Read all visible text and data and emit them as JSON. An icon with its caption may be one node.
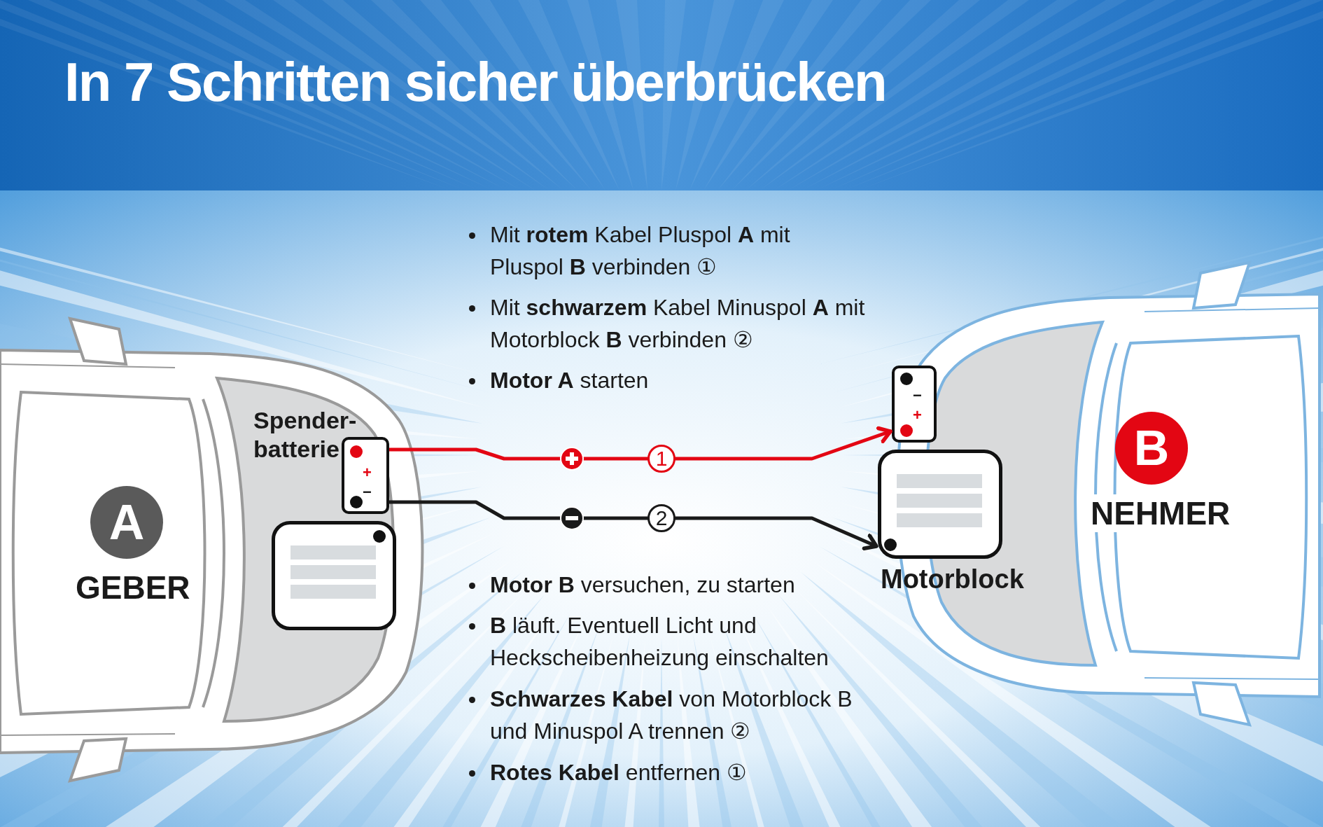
{
  "diagram": {
    "title": "In 7 Schritten sicher überbrücken",
    "nodes": [
      {
        "text": [
          "+",
          "−"
        ],
        "beside": [
          "Spender-batterie"
        ]
      },
      {
        "text": [
          "−",
          "+"
        ]
      },
      {
        "text": [],
        "shape": "box",
        "beside": [
          "Motorblock"
        ]
      },
      {
        "text": [],
        "shape": "box"
      },
      {
        "text": [
          "A"
        ],
        "beside": [
          "GEBER"
        ]
      },
      {
        "text": [
          "B"
        ],
        "beside": [
          "NEHMER"
        ]
      }
    ],
    "edges": [
      {
        "from": 0,
        "to": 1,
        "arrow": "to",
        "label": "1",
        "color": "#e30613"
      },
      {
        "from": 0,
        "to": 2,
        "arrow": "to",
        "label": "2",
        "color": "#1a1a1a"
      }
    ],
    "labels": [
      "Mit **rotem** Kabel Pluspol **A** mit Pluspol **B** verbinden ①",
      "Mit **schwarzem** Kabel Minuspol **A** mit Motorblock **B** verbinden ②",
      "**Motor A** starten",
      "**Motor B** versuchen, zu starten",
      "**B** läuft. Eventuell Licht und Heckscheibenheizung einschalten",
      "**Schwarzes Kabel** von Motorblock B und Minuspol A trennen ②",
      "**Rotes Kabel** entfernen ①"
    ]
  }
}
